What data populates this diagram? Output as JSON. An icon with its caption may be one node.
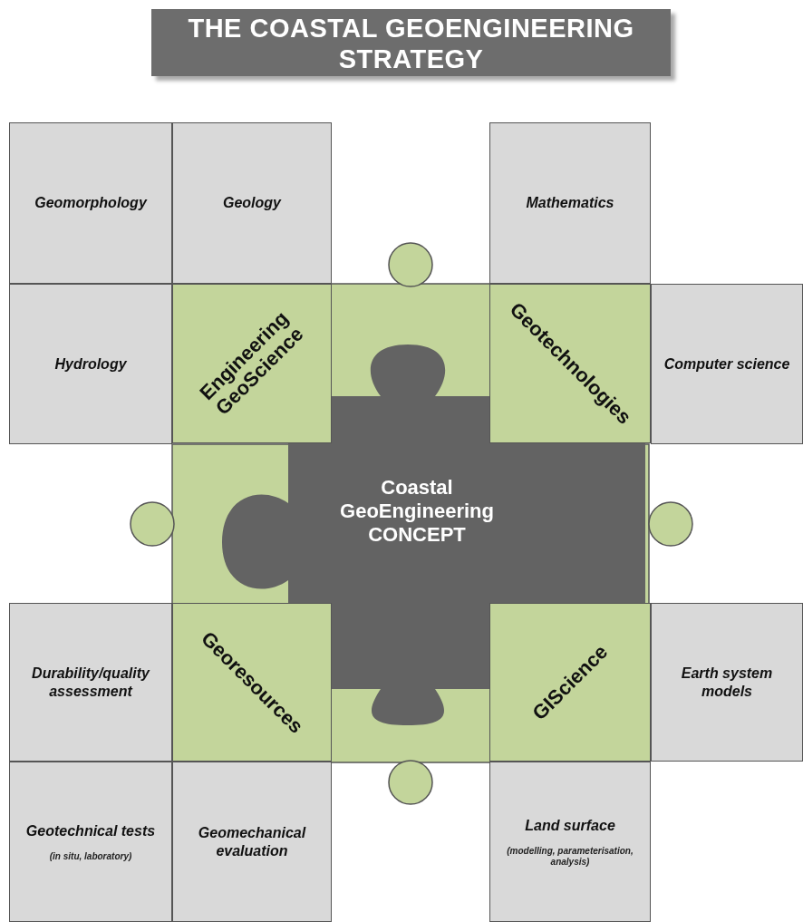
{
  "diagram": {
    "title": "THE COASTAL GEOENGINEERING STRATEGY",
    "nodes": [
      {
        "text": [
          "Geomorphology"
        ]
      },
      {
        "text": [
          "Geology"
        ]
      },
      {
        "text": [
          "Mathematics"
        ]
      },
      {
        "text": [
          "Engineering GeoScience"
        ]
      },
      {
        "text": [
          "Geotechnologies"
        ]
      },
      {
        "text": [
          "Hydrology"
        ]
      },
      {
        "text": [
          "Computer science"
        ]
      },
      {
        "text": [
          "Coastal GeoEngineering CONCEPT"
        ]
      },
      {
        "text": [
          "Durability/quality assessment"
        ]
      },
      {
        "text": [
          "Georesources"
        ]
      },
      {
        "text": [
          "GIScience"
        ]
      },
      {
        "text": [
          "Earth system models"
        ]
      },
      {
        "text": [
          "Geotechnical tests",
          "(in situ, laboratory)"
        ]
      },
      {
        "text": [
          "Geomechanical evaluation"
        ]
      },
      {
        "text": [
          "Land surface",
          "(modelling, parameterisation, analysis)"
        ]
      }
    ]
  }
}
